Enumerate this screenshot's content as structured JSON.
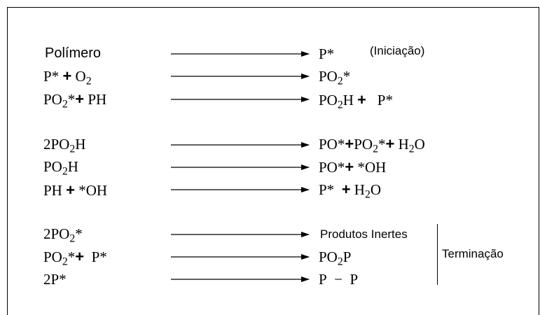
{
  "steps": {
    "initiation_label": "(Iniciação)",
    "termination_label": "Terminação"
  },
  "reactions": [
    {
      "reactants": "Polímero",
      "products": "P*"
    },
    {
      "reactants": "P* + O2",
      "products": "PO2*"
    },
    {
      "reactants": "PO2*+ PH",
      "products": "PO2H + P*"
    },
    {
      "reactants": "2PO2H",
      "products": "PO*+PO2*+ H2O"
    },
    {
      "reactants": "PO2H",
      "products": "PO*+ *OH"
    },
    {
      "reactants": "PH + *OH",
      "products": "P* + H2O"
    },
    {
      "reactants": "2PO2*",
      "products": "Produtos Inertes"
    },
    {
      "reactants": "PO2*+ P*",
      "products": "PO2P"
    },
    {
      "reactants": "2P*",
      "products": "P − P"
    }
  ]
}
